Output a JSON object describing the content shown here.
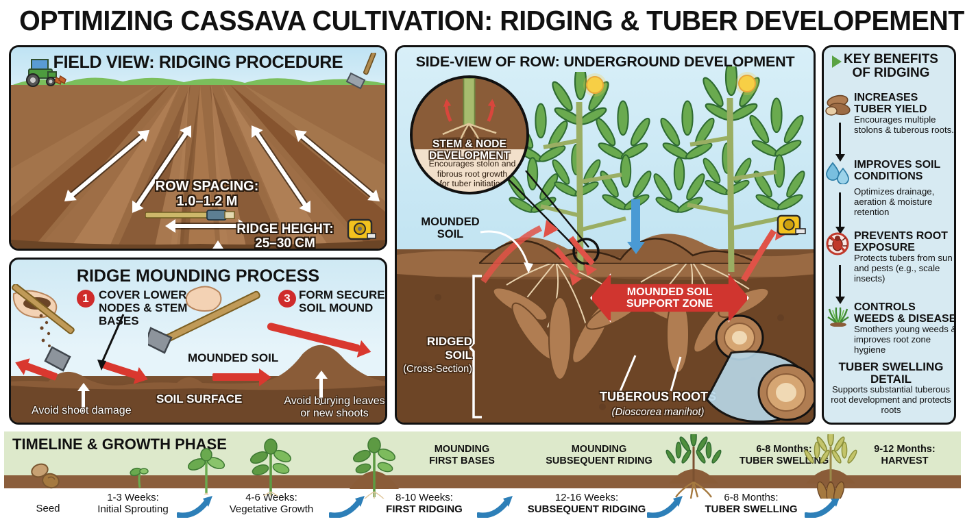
{
  "title": "OPTIMIZING CASSAVA CULTIVATION: RIDGING & TUBER DEVELOPEMENT",
  "colors": {
    "accent_red": "#d0352f",
    "accent_blue": "#2d7fb8",
    "panel_blue": "#cfeaf5",
    "sidebar_blue": "#d7eaf2",
    "timeline_green": "#dde9cb",
    "soil_brown": "#8b5e3c",
    "leaf_green": "#5aa243"
  },
  "field_view": {
    "title": "FIELD VIEW: RIDGING PROCEDURE",
    "row_spacing_label": "ROW SPACING:",
    "row_spacing_value": "1.0–1.2 M",
    "ridge_height_label": "RIDGE HEIGHT:",
    "ridge_height_value": "25–30 CM",
    "icons": [
      "tractor-icon",
      "hoe-icon",
      "tape-measure-icon"
    ]
  },
  "ridge_mounding": {
    "title": "RIDGE MOUNDING PROCESS",
    "steps": [
      {
        "number": "1",
        "label": "COVER LOWER\nNODES & STEM\nBASES"
      },
      {
        "number": "3",
        "label": "FORM SECURE\nSOIL MOUND"
      }
    ],
    "step1_number": "1",
    "step1_line1": "COVER LOWER",
    "step1_line2": "NODES & STEM",
    "step1_line3": "BASES",
    "step3_number": "3",
    "step3_line1": "FORM SECURE",
    "step3_line2": "SOIL MOUND",
    "mounded_soil_label": "MOUNDED SOIL",
    "soil_surface_label": "SOIL SURFACE",
    "caution_left": "Avoid shoot damage",
    "caution_right_line1": "Avoid burying leaves",
    "caution_right_line2": "or new shoots"
  },
  "side_view": {
    "title": "SIDE-VIEW OF ROW: UNDERGROUND DEVELOPMENT",
    "inset": {
      "title_line1": "STEM & NODE",
      "title_line2": "DEVELOPMENT",
      "body_line1": "Encourages stolon and",
      "body_line2": "fibrous root growth",
      "body_line3": "for tuber initiation"
    },
    "mounded_soil_line1": "MOUNDED",
    "mounded_soil_line2": "SOIL",
    "zone_line1": "MOUNDED SOIL",
    "zone_line2": "SUPPORT ZONE",
    "ridged_soil_line1": "RIDGED SOIL",
    "ridged_soil_line2": "(Cross-Section)",
    "tuberous_roots_line1": "TUBEROUS ROOTS",
    "tuberous_roots_line2": "(Dioscorea manihot)"
  },
  "key_benefits": {
    "header_line1": "KEY BENEFITS",
    "header_line2": "OF RIDGING",
    "items": [
      {
        "icon": "tuber-icon",
        "title": "INCREASES\nTUBER YIELD",
        "title_line1": "INCREASES",
        "title_line2": "TUBER YIELD",
        "body": "Encourages multiple stolons & tuberous roots."
      },
      {
        "icon": "water-drop-icon",
        "title": "IMPROVES SOIL\nCONDITIONS",
        "title_line1": "IMPROVES SOIL",
        "title_line2": "CONDITIONS",
        "body": "Optimizes drainage, aeration & moisture retention"
      },
      {
        "icon": "no-pest-icon",
        "title": "PREVENTS ROOT\nEXPOSURE",
        "title_line1": "PREVENTS ROOT",
        "title_line2": "EXPOSURE",
        "body": "Protects tubers from sun and pests (e.g., scale insects)"
      },
      {
        "icon": "grass-icon",
        "title": "CONTROLS\nWEEDS & DISEASE",
        "title_line1": "CONTROLS",
        "title_line2": "WEEDS & DISEASE",
        "body": "Smothers young weeds & improves root zone hygiene"
      }
    ],
    "footer_title_line1": "TUBER SWELLING",
    "footer_title_line2": "DETAIL",
    "footer_body": "Supports substantial tuberous root development and protects roots"
  },
  "timeline": {
    "header": "TIMELINE & GROWTH PHASE",
    "seed_label": "Seed",
    "phases": [
      {
        "line1": "MOUNDING",
        "line2": "FIRST BASES"
      },
      {
        "line1": "MOUNDING",
        "line2": "SUBSEQUENT RIDING"
      },
      {
        "line1": "6-8 Months:",
        "line2": "TUBER SWELLING"
      },
      {
        "line1": "9-12 Months:",
        "line2": "HARVEST"
      }
    ],
    "stages": [
      {
        "time": "1-3 Weeks:",
        "name": "Initial Sprouting",
        "bold": false
      },
      {
        "time": "4-6 Weeks:",
        "name": "Vegetative Growth",
        "bold": false
      },
      {
        "time": "8-10 Weeks:",
        "name": "FIRST RIDGING",
        "bold": true
      },
      {
        "time": "12-16 Weeks:",
        "name": "SUBSEQUENT RIDGING",
        "bold": true
      },
      {
        "time": "6-8 Months:",
        "name": "TUBER SWELLING",
        "bold": true
      }
    ]
  }
}
